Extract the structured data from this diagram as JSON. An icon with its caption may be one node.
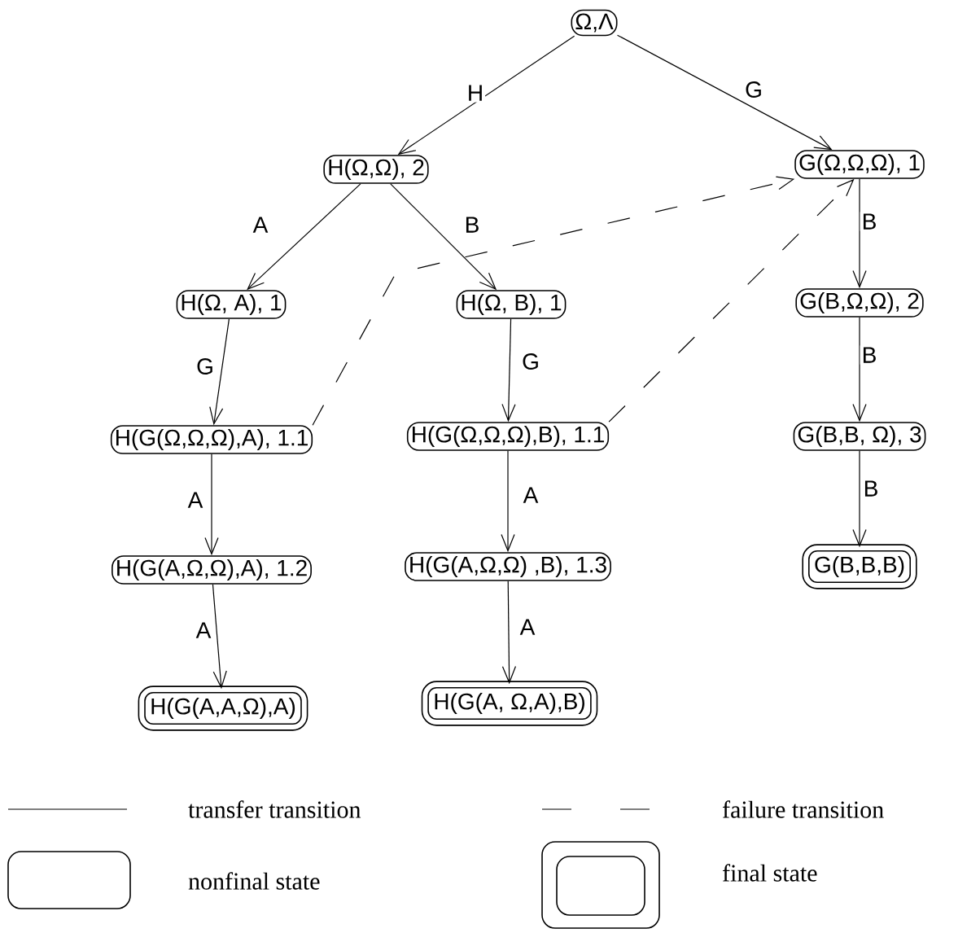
{
  "diagram": {
    "nodes": [
      {
        "text": [
          "Ω,Λ"
        ]
      },
      {
        "text": [
          "H(Ω,Ω), 2"
        ]
      },
      {
        "text": [
          "G(Ω,Ω,Ω), 1"
        ]
      },
      {
        "text": [
          "H(Ω, A), 1"
        ]
      },
      {
        "text": [
          "H(Ω, B), 1"
        ]
      },
      {
        "text": [
          "G(B,Ω,Ω), 2"
        ]
      },
      {
        "text": [
          "H(G(Ω,Ω,Ω),A), 1.1"
        ]
      },
      {
        "text": [
          "H(G(Ω,Ω,Ω),B), 1.1"
        ]
      },
      {
        "text": [
          "G(B,B, Ω), 3"
        ]
      },
      {
        "text": [
          "H(G(A,Ω,Ω),A), 1.2"
        ]
      },
      {
        "text": [
          "H(G(A,Ω,Ω) ,B), 1.3"
        ]
      },
      {
        "text": [
          "G(B,B,B)"
        ]
      },
      {
        "text": [
          "H(G(A,A,Ω),A)"
        ]
      },
      {
        "text": [
          "H(G(A, Ω,A),B)"
        ]
      }
    ],
    "edges": [
      {
        "from": 0,
        "to": 1,
        "arrow": "to",
        "label": "H"
      },
      {
        "from": 0,
        "to": 2,
        "arrow": "to",
        "label": "G"
      },
      {
        "from": 1,
        "to": 3,
        "arrow": "to",
        "label": "A"
      },
      {
        "from": 1,
        "to": 4,
        "arrow": "to",
        "label": "B"
      },
      {
        "from": 2,
        "to": 5,
        "arrow": "to",
        "label": "B"
      },
      {
        "from": 3,
        "to": 6,
        "arrow": "to",
        "label": "G"
      },
      {
        "from": 4,
        "to": 7,
        "arrow": "to",
        "label": "G"
      },
      {
        "from": 5,
        "to": 8,
        "arrow": "to",
        "label": "B"
      },
      {
        "from": 6,
        "to": 9,
        "arrow": "to",
        "label": "A"
      },
      {
        "from": 7,
        "to": 10,
        "arrow": "to",
        "label": "A"
      },
      {
        "from": 8,
        "to": 11,
        "arrow": "to",
        "label": "B"
      },
      {
        "from": 9,
        "to": 12,
        "arrow": "to",
        "label": "A"
      },
      {
        "from": 10,
        "to": 13,
        "arrow": "to",
        "label": "A"
      },
      {
        "from": 6,
        "to": 2,
        "arrow": "to",
        "style": "dashed"
      },
      {
        "from": 7,
        "to": 2,
        "arrow": "to",
        "style": "dashed"
      }
    ],
    "legend": [
      {
        "text": "transfer transition"
      },
      {
        "text": "failure transition"
      },
      {
        "text": "nonfinal state"
      },
      {
        "text": "final state"
      }
    ]
  }
}
